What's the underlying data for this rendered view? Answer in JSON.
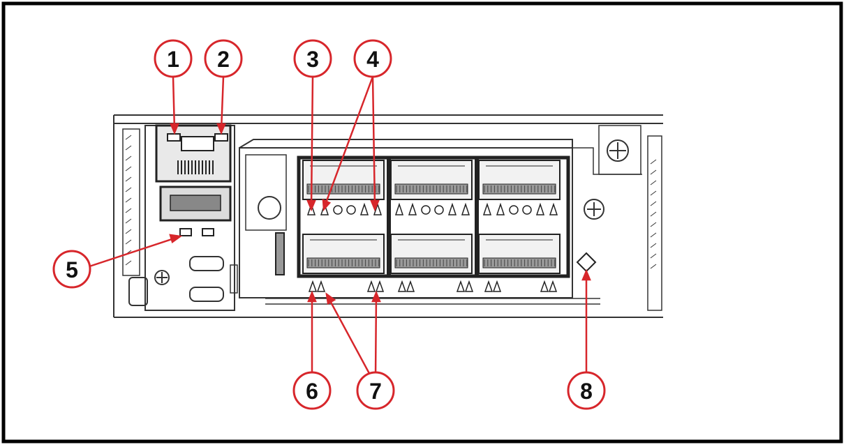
{
  "figure": {
    "accent_color": "#d7262b",
    "line_color": "#333333",
    "callouts": [
      {
        "id": "1",
        "label": "1"
      },
      {
        "id": "2",
        "label": "2"
      },
      {
        "id": "3",
        "label": "3"
      },
      {
        "id": "4",
        "label": "4"
      },
      {
        "id": "5",
        "label": "5"
      },
      {
        "id": "6",
        "label": "6"
      },
      {
        "id": "7",
        "label": "7"
      },
      {
        "id": "8",
        "label": "8"
      }
    ]
  }
}
